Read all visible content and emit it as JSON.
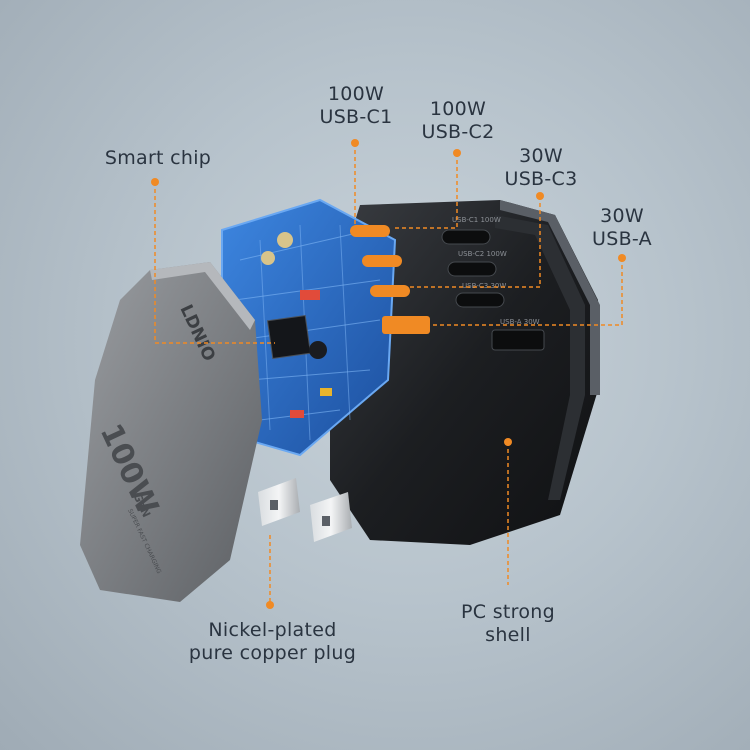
{
  "labels": {
    "usb_c1": {
      "line1": "100W",
      "line2": "USB-C1"
    },
    "usb_c2": {
      "line1": "100W",
      "line2": "USB-C2"
    },
    "usb_c3": {
      "line1": "30W",
      "line2": "USB-C3"
    },
    "usb_a": {
      "line1": "30W",
      "line2": "USB-A"
    },
    "smart_chip": {
      "line1": "Smart chip"
    },
    "plug": {
      "line1": "Nickel-plated",
      "line2": "pure copper plug"
    },
    "shell": {
      "line1": "PC strong",
      "line2": "shell"
    }
  },
  "product": {
    "brand": "LDNIO",
    "badge": "100W",
    "badge_sub": "GaN",
    "tagline": "SUPER FAST CHARGING",
    "port_labels": [
      "USB-C1 100W",
      "USB-C2 100W",
      "USB-C3 30W",
      "USB-A 30W"
    ]
  },
  "colors": {
    "accent": "#f08a24",
    "text": "#2a3440",
    "pcb": "#2f6fc8"
  }
}
